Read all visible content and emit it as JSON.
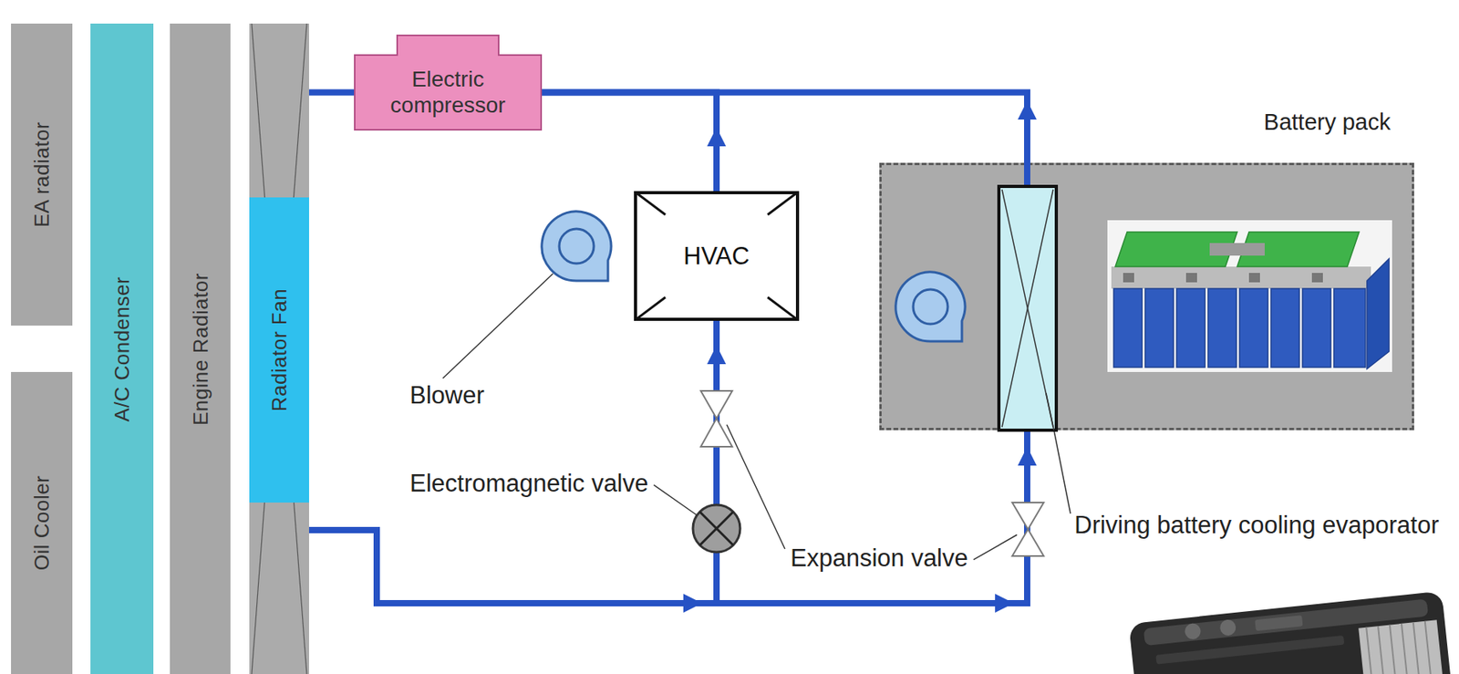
{
  "diagram": {
    "nodes": [
      {
        "text": [
          "EA radiator"
        ]
      },
      {
        "text": [
          "Oil Cooler"
        ]
      },
      {
        "text": [
          "A/C Condenser"
        ]
      },
      {
        "text": [
          "Engine Radiator"
        ]
      },
      {
        "text": [
          "Radiator Fan"
        ]
      },
      {
        "text": [
          "Electric compressor"
        ]
      },
      {
        "text": [
          "HVAC"
        ]
      },
      {
        "text": [
          "Battery pack"
        ]
      }
    ],
    "edges": [
      {
        "from": 4,
        "to": 5,
        "arrow": "none"
      },
      {
        "from": 6,
        "to": 5,
        "arrow": "to"
      },
      {
        "from": 7,
        "to": 5,
        "arrow": "to"
      },
      {
        "from": 4,
        "to": 6,
        "arrow": "to"
      },
      {
        "from": 4,
        "to": 7,
        "arrow": "to"
      }
    ],
    "labels": [
      "Blower",
      "Electromagnetic valve",
      "Expansion valve",
      "Driving battery cooling evaporator"
    ]
  }
}
